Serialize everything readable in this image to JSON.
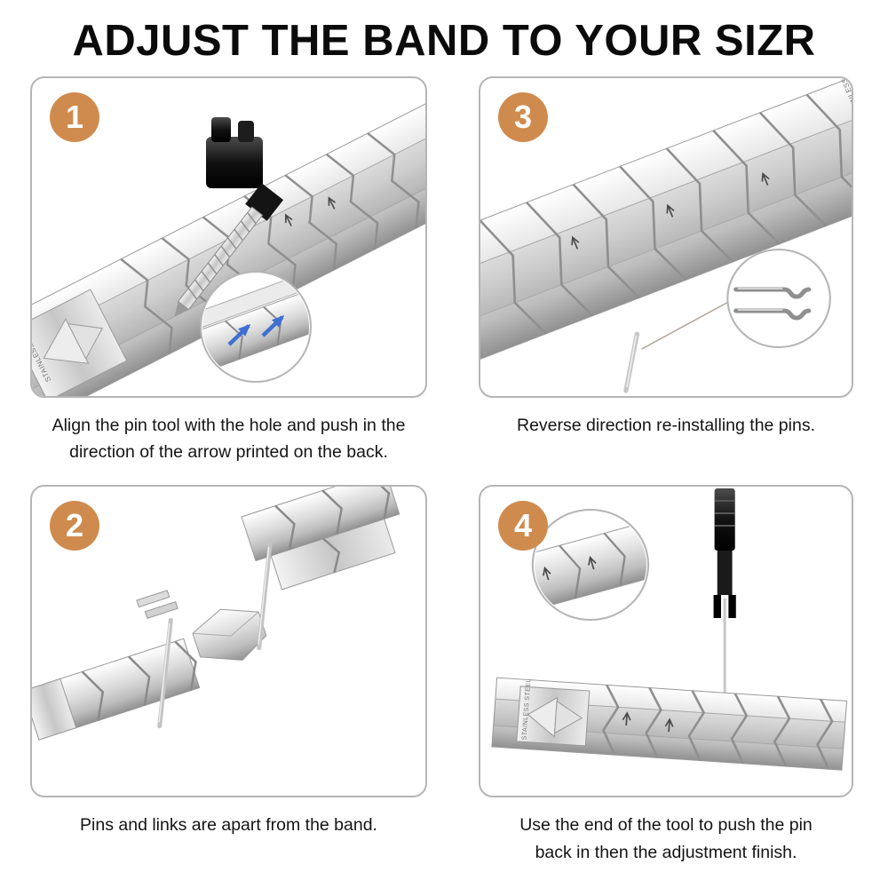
{
  "title": "ADJUST THE BAND TO YOUR SIZR",
  "colors": {
    "accent": "#cf8b4e",
    "arrow_blue": "#3f6fd0"
  },
  "engraving": "STAINLESS STEEL",
  "steps": {
    "s1": {
      "number": "1",
      "caption": "Align the pin tool with the hole and push in the direction of the arrow printed on the back."
    },
    "s3": {
      "number": "3",
      "caption": "Reverse direction re-installing the pins."
    },
    "s2": {
      "number": "2",
      "caption": "Pins and links are apart from the band."
    },
    "s4": {
      "number": "4",
      "caption": "Use the end of the tool to push the pin back in then the adjustment finish."
    }
  }
}
